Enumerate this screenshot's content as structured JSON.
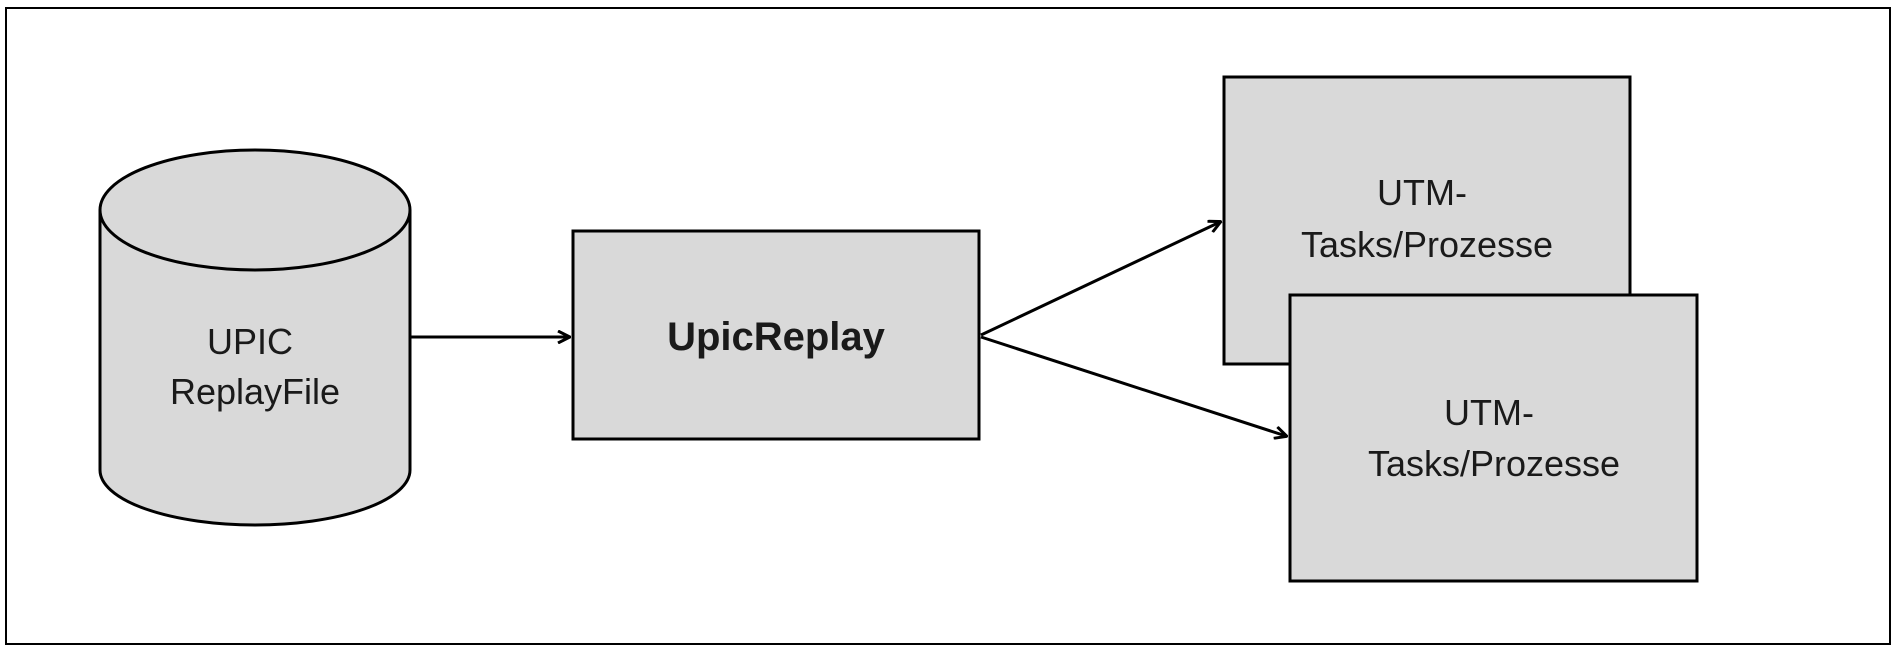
{
  "diagram": {
    "nodes": {
      "replay_file": {
        "lines": [
          "UPIC",
          "ReplayFile"
        ],
        "shape": "cylinder"
      },
      "upic_replay": {
        "label": "UpicReplay",
        "shape": "rectangle"
      },
      "utm_back": {
        "lines": [
          "UTM-",
          "Tasks/Prozesse"
        ],
        "shape": "rectangle"
      },
      "utm_front": {
        "lines": [
          "UTM-",
          "Tasks/Prozesse"
        ],
        "shape": "rectangle"
      }
    },
    "edges": [
      {
        "from": "replay_file",
        "to": "upic_replay"
      },
      {
        "from": "upic_replay",
        "to": "utm_back"
      },
      {
        "from": "upic_replay",
        "to": "utm_front"
      }
    ]
  },
  "colors": {
    "node_fill": "#d9d9d9",
    "stroke": "#000000",
    "frame": "#000000",
    "text": "#1a1a1a"
  }
}
